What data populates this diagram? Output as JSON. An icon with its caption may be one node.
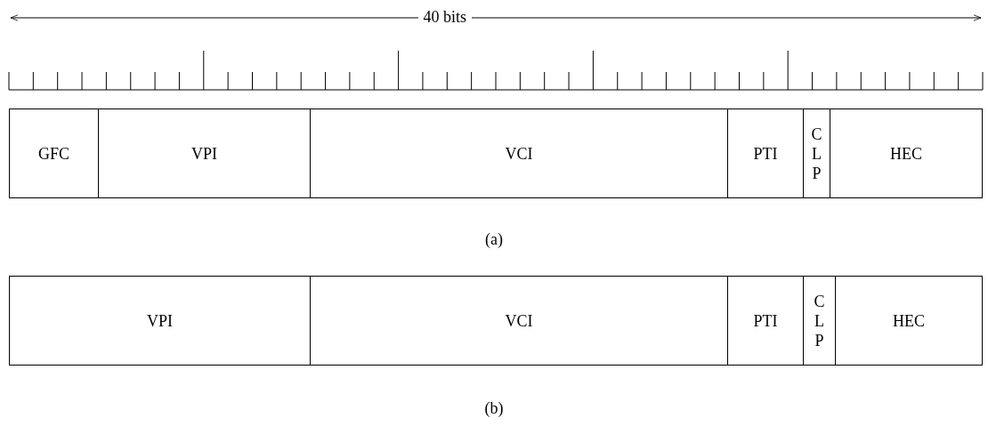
{
  "diagram": {
    "nodes": [
      {
        "text": [
          "GFC"
        ]
      },
      {
        "text": [
          "VPI"
        ]
      },
      {
        "text": [
          "VCI"
        ]
      },
      {
        "text": [
          "PTI"
        ]
      },
      {
        "text": [
          "C L P"
        ]
      },
      {
        "text": [
          "HEC"
        ]
      },
      {
        "text": [
          "VPI"
        ]
      },
      {
        "text": [
          "VCI"
        ]
      },
      {
        "text": [
          "PTI"
        ]
      },
      {
        "text": [
          "C L P"
        ]
      },
      {
        "text": [
          "HEC"
        ]
      }
    ],
    "labels": [
      "40 bits",
      "(a)",
      "(b)"
    ]
  }
}
